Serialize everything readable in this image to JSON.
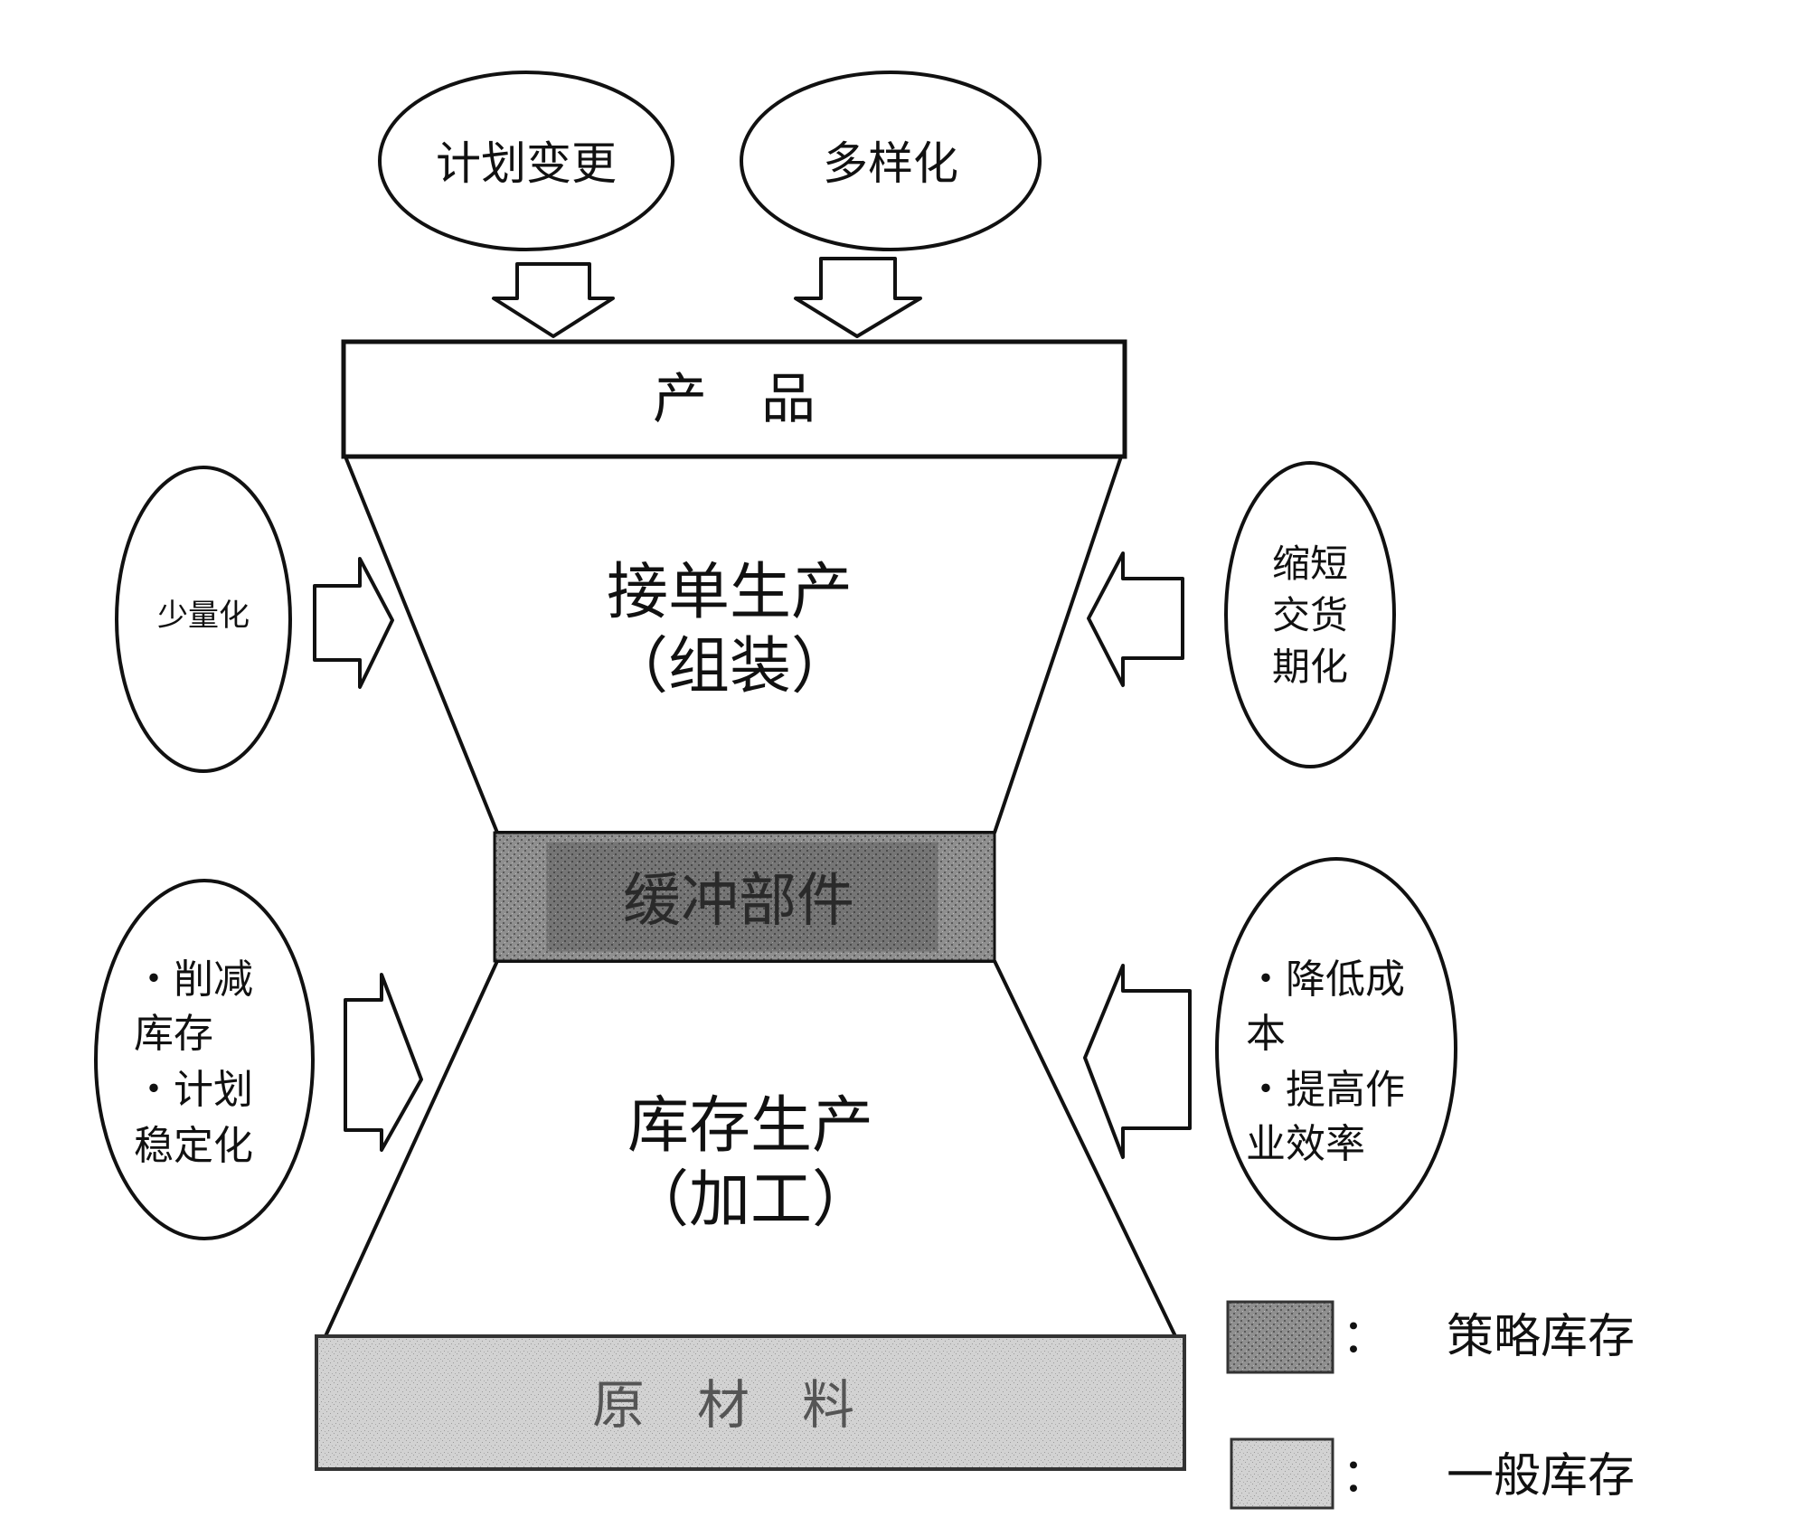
{
  "top_drivers": {
    "left": "计划变更",
    "right": "多样化"
  },
  "product": {
    "label": "产　品"
  },
  "assembly_stage": {
    "title": "接单生产",
    "subtitle": "（组装）"
  },
  "buffer": {
    "label": "缓冲部件"
  },
  "processing_stage": {
    "title": "库存生产",
    "subtitle": "（加工）"
  },
  "raw_material": {
    "label": "原　材　料"
  },
  "side_factors": {
    "upper_left": [
      "少量化"
    ],
    "upper_right": [
      "缩短",
      "交货",
      "期化"
    ],
    "lower_left": [
      "・削减",
      "库存",
      "・计划",
      "稳定化"
    ],
    "lower_right": [
      "・降低成",
      "本",
      "・提高作",
      "业效率"
    ]
  },
  "legend": {
    "separator": "：",
    "strategic": "策略库存",
    "general": "一般库存"
  },
  "colors": {
    "strategic_fill": "#8c8c8c",
    "strategic_inner": "#6f6f6f",
    "general_fill": "#cfcfcf",
    "line": "#111111"
  }
}
